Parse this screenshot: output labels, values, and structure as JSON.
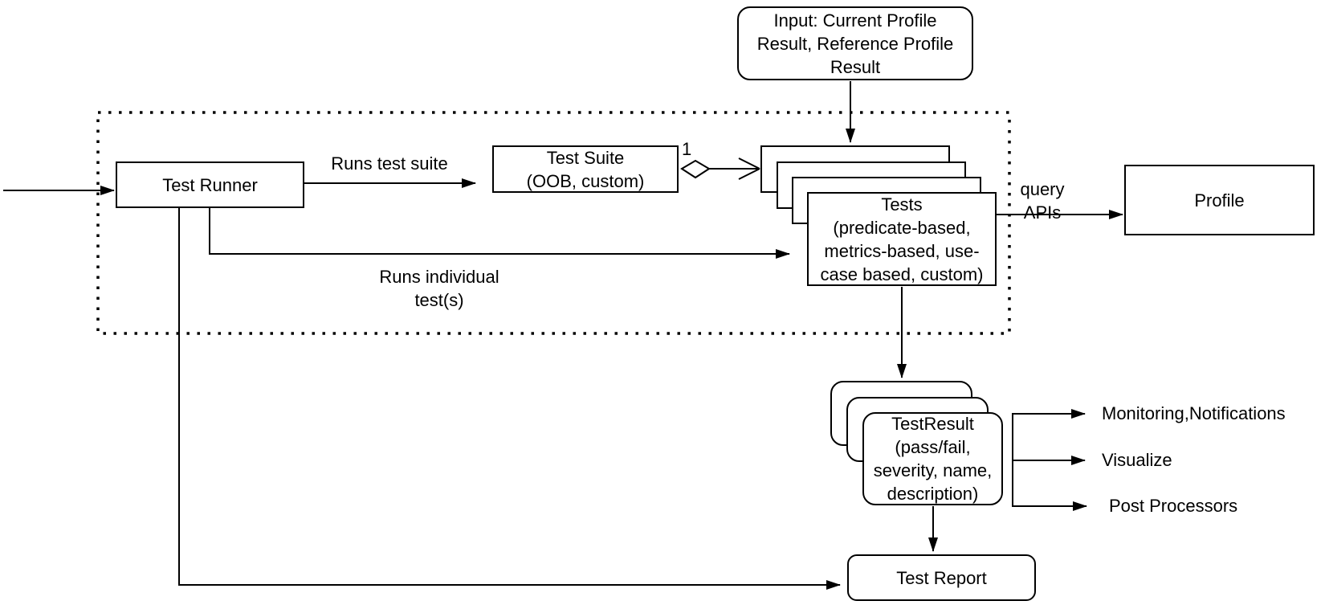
{
  "diagram": {
    "input_box": {
      "line1": "Input: Current Profile",
      "line2": "Result, Reference Profile",
      "line3": "Result"
    },
    "test_runner": {
      "label": "Test Runner"
    },
    "test_suite": {
      "line1": "Test Suite",
      "line2": "(OOB, custom)"
    },
    "tests": {
      "line1": "Tests",
      "line2": "(predicate-based,",
      "line3": "metrics-based, use-",
      "line4": "case based, custom)"
    },
    "profile": {
      "label": "Profile"
    },
    "test_result": {
      "line1": "TestResult",
      "line2": "(pass/fail,",
      "line3": "severity, name,",
      "line4": "description)"
    },
    "test_report": {
      "label": "Test Report"
    },
    "edges": {
      "runs_test_suite": "Runs test suite",
      "runs_individual_line1": "Runs individual",
      "runs_individual_line2": "test(s)",
      "query_apis_line1": "query",
      "query_apis_line2": "APIs",
      "multiplicity": "1"
    },
    "outputs": {
      "monitoring": "Monitoring,Notifications",
      "visualize": "Visualize",
      "post_processors": "Post Processors"
    },
    "colors": {
      "stroke": "#000000",
      "background": "#ffffff"
    }
  }
}
